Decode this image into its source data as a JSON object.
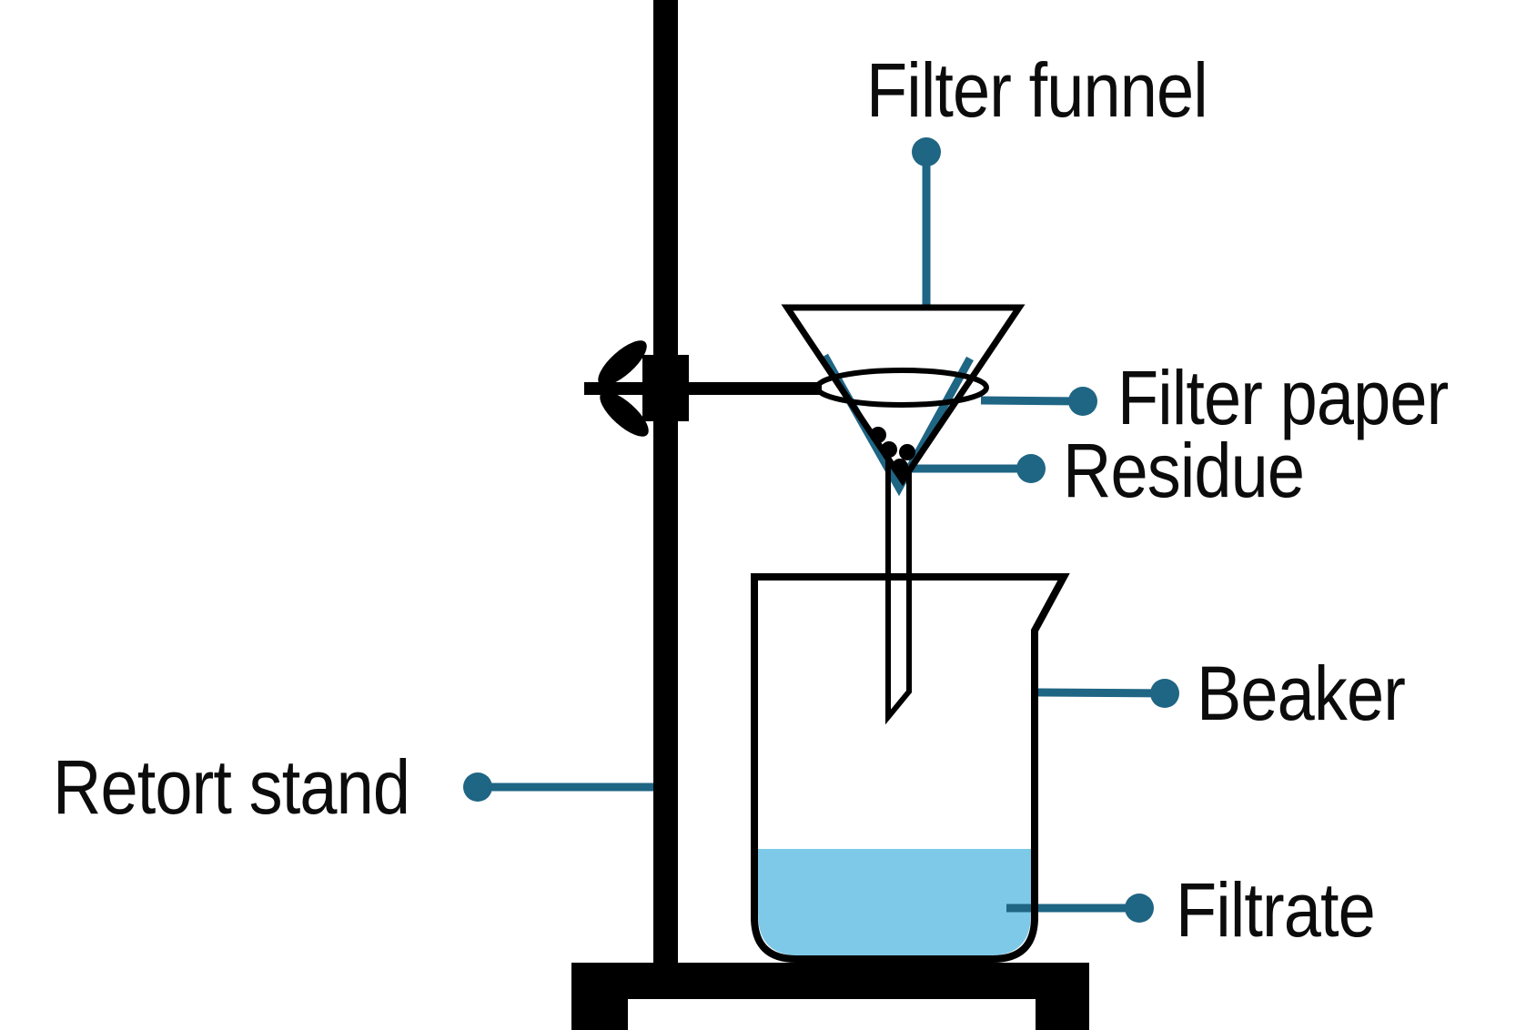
{
  "labels": {
    "filter_funnel": "Filter funnel",
    "filter_paper": "Filter paper",
    "residue": "Residue",
    "beaker": "Beaker",
    "retort_stand": "Retort stand",
    "filtrate": "Filtrate"
  },
  "colors": {
    "leader": "#1f6584",
    "filtrate": "#7ec9e8",
    "ink": "#000000",
    "text": "#0c0c0c",
    "bg": "#ffffff"
  }
}
